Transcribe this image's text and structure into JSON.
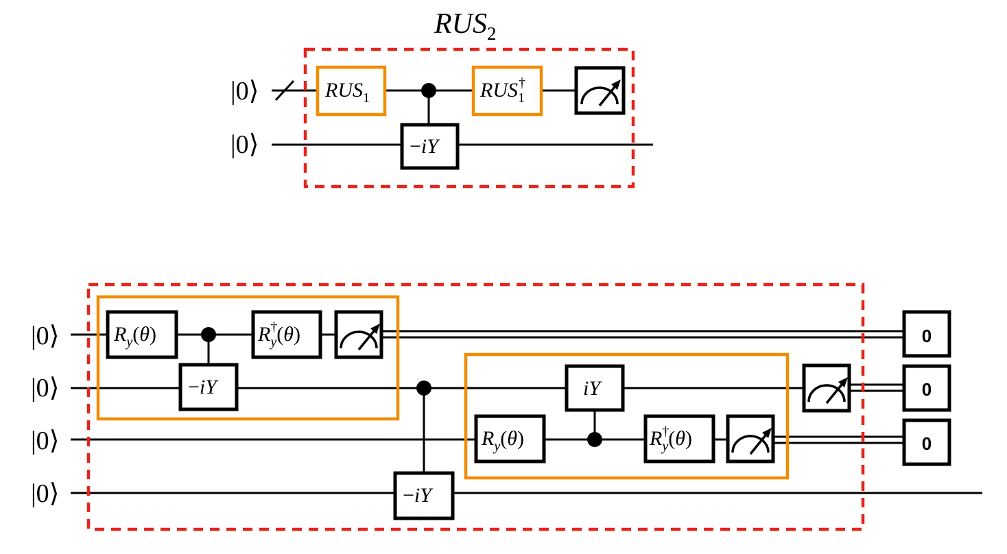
{
  "top_circuit": {
    "title_main": "RUS",
    "title_sub": "2",
    "kets": [
      "|0⟩",
      "|0⟩"
    ],
    "gates": {
      "rus1": {
        "main": "RUS",
        "sub": "1"
      },
      "rus1_dag": {
        "main": "RUS",
        "sub": "1",
        "sup": "†"
      },
      "neg_iy": {
        "pre": "−",
        "i": "i",
        "y": "Y"
      }
    }
  },
  "bottom_circuit": {
    "kets": [
      "|0⟩",
      "|0⟩",
      "|0⟩",
      "|0⟩"
    ],
    "gates": {
      "ry": {
        "r": "R",
        "sub": "y",
        "open": "(",
        "theta": "θ",
        "close": ")"
      },
      "ry_dag": {
        "r": "R",
        "sub": "y",
        "sup": "†",
        "open": "(",
        "theta": "θ",
        "close": ")"
      },
      "neg_iy": {
        "pre": "−",
        "i": "i",
        "y": "Y"
      },
      "iy": {
        "i": "i",
        "y": "Y"
      }
    },
    "outcomes": [
      "0",
      "0",
      "0"
    ]
  },
  "colors": {
    "outer_box": "#e3251c",
    "inner_box": "#f28c00",
    "line": "#000000"
  }
}
